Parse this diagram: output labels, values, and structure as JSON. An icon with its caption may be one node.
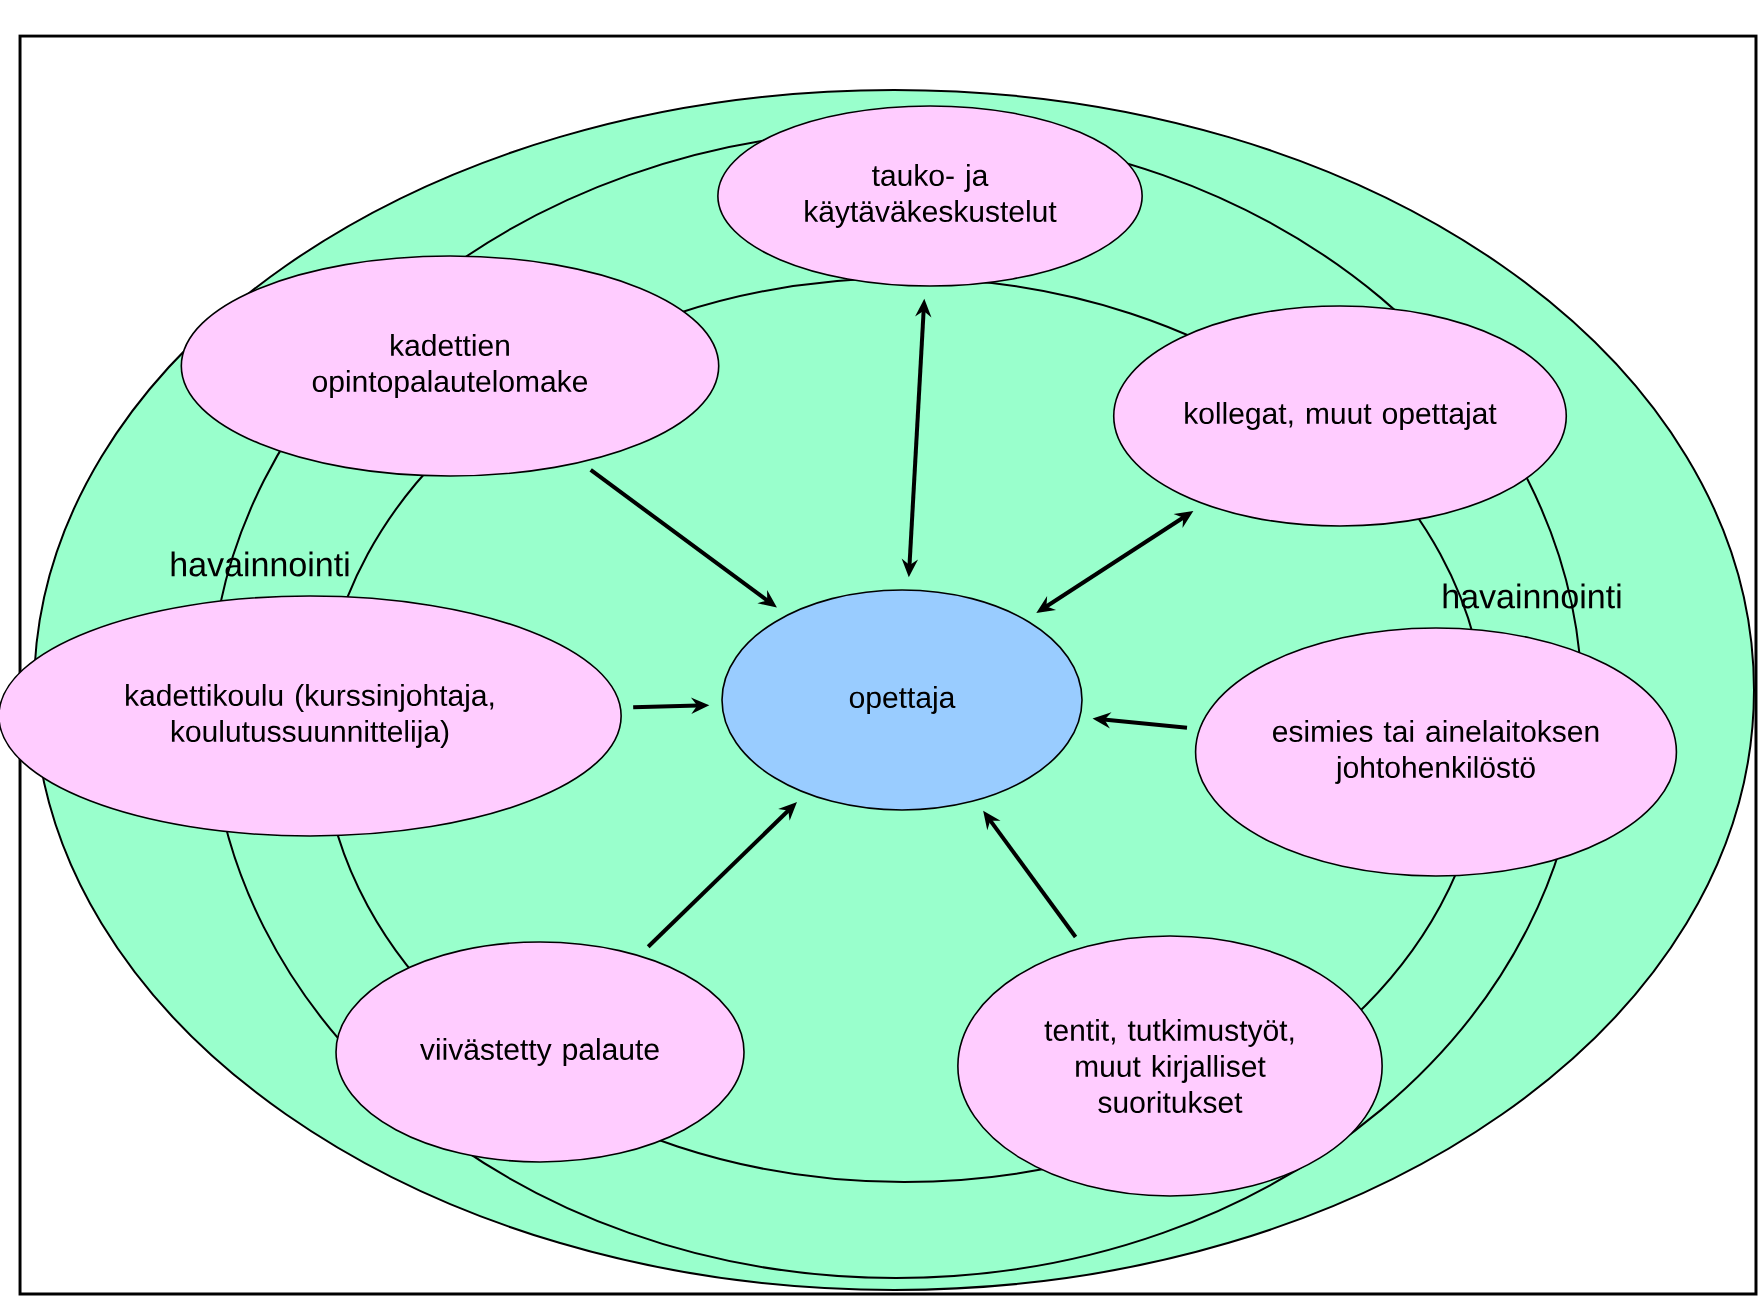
{
  "diagram": {
    "nodes": [
      {
        "text": [
          "tauko- ja käytäväkeskustelut"
        ]
      },
      {
        "text": [
          "kadettien opintopalautelomake"
        ]
      },
      {
        "text": [
          "kollegat, muut opettajat"
        ]
      },
      {
        "text": [
          "kadettikoulu (kurssinjohtaja, koulutussuunnittelija)"
        ]
      },
      {
        "text": [
          "opettaja"
        ]
      },
      {
        "text": [
          "esimies tai ainelaitoksen johtohenkilöstö"
        ]
      },
      {
        "text": [
          "viivästetty palaute"
        ]
      },
      {
        "text": [
          "tentit, tutkimustyöt, muut kirjalliset suoritukset"
        ]
      }
    ],
    "edges": [
      {
        "from": 0,
        "to": 4,
        "arrow": "both"
      },
      {
        "from": 1,
        "to": 4,
        "arrow": "to"
      },
      {
        "from": 2,
        "to": 4,
        "arrow": "both"
      },
      {
        "from": 3,
        "to": 4,
        "arrow": "to"
      },
      {
        "from": 5,
        "to": 4,
        "arrow": "to"
      },
      {
        "from": 6,
        "to": 4,
        "arrow": "to"
      },
      {
        "from": 7,
        "to": 4,
        "arrow": "to"
      }
    ],
    "labels": [
      "havainnointi",
      "havainnointi"
    ]
  }
}
